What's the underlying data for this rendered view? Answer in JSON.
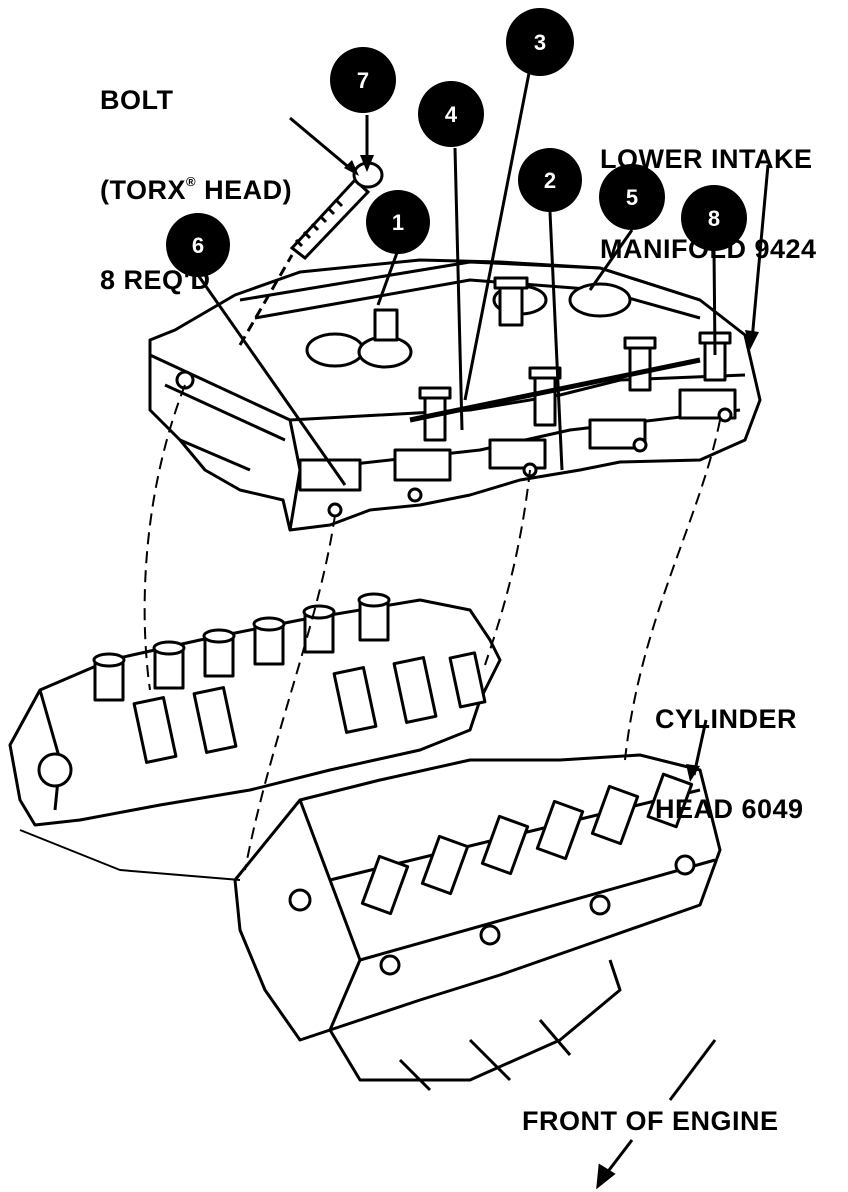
{
  "labels": {
    "bolt_line1": "BOLT",
    "bolt_line2_a": "(TORX",
    "bolt_line2_reg": "®",
    "bolt_line2_b": " HEAD)",
    "bolt_line3": "8 REQ'D",
    "manifold_line1": "LOWER INTAKE",
    "manifold_line2": "MANIFOLD 9424",
    "head_line1": "CYLINDER",
    "head_line2": "HEAD 6049",
    "front": "FRONT OF ENGINE"
  },
  "callouts": [
    "1",
    "2",
    "3",
    "4",
    "5",
    "6",
    "7",
    "8"
  ],
  "colors": {
    "ink": "#000000",
    "paper": "#ffffff"
  }
}
